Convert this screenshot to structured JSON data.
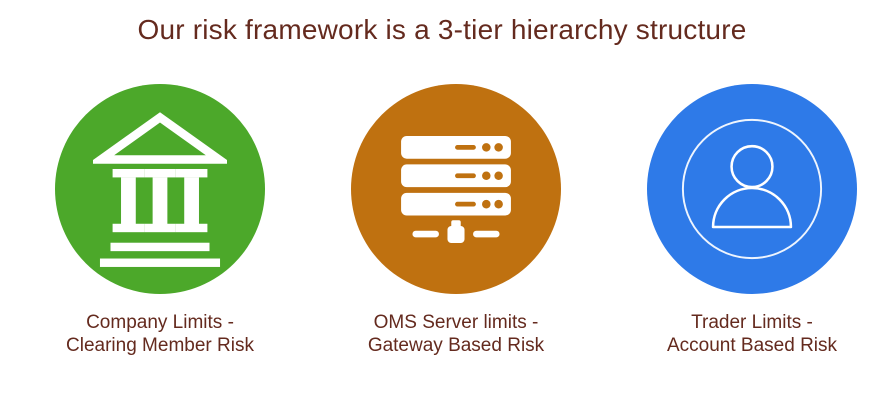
{
  "title": "Our risk framework is a 3-tier hierarchy structure",
  "colors": {
    "background": "#FFFFFF",
    "heading_text": "#642A1E",
    "label_text": "#642A1E",
    "icon_glyph": "#FFFFFF",
    "tier1_green": "#4CA82A",
    "tier2_orange": "#BF7110",
    "tier3_blue": "#2E7AE8"
  },
  "tiers": [
    {
      "icon": "bank-icon",
      "color": "#4CA82A",
      "label_line1": "Company Limits -",
      "label_line2": "Clearing Member Risk"
    },
    {
      "icon": "server-icon",
      "color": "#BF7110",
      "label_line1": "OMS Server limits -",
      "label_line2": "Gateway Based Risk"
    },
    {
      "icon": "user-icon",
      "color": "#2E7AE8",
      "label_line1": "Trader Limits -",
      "label_line2": "Account Based Risk"
    }
  ]
}
